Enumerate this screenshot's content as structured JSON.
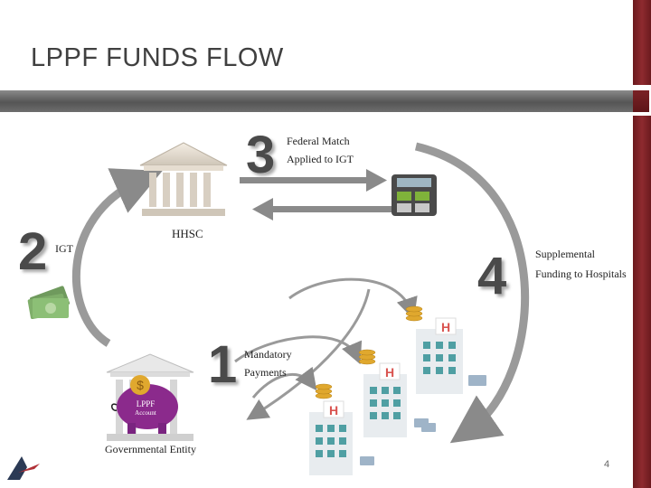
{
  "slide": {
    "title": "LPPF FUNDS FLOW",
    "page_number": "4"
  },
  "steps": [
    {
      "number": "1",
      "label_line1": "Mandatory",
      "label_line2": "Payments"
    },
    {
      "number": "2",
      "label_line1": "IGT",
      "label_line2": ""
    },
    {
      "number": "3",
      "label_line1": "Federal Match",
      "label_line2": "Applied to IGT"
    },
    {
      "number": "4",
      "label_line1": "Supplemental",
      "label_line2": "Funding to Hospitals"
    }
  ],
  "entities": {
    "hhsc": "HHSC",
    "governmental": "Governmental Entity",
    "piggy_line1": "LPPF",
    "piggy_line2": "Account"
  },
  "hospital_sign": "H",
  "colors": {
    "red_accent": "#7a2226",
    "gray_bar": "#6d6d6d",
    "piggy": "#8b2a8c",
    "coin": "#e0a82e",
    "hospital_cross": "#d9534f"
  },
  "icons": [
    "bank-icon",
    "calculator-icon",
    "cash-icon",
    "piggy-bank-icon",
    "hospital-icon",
    "coin-stack-icon",
    "logo-icon"
  ]
}
